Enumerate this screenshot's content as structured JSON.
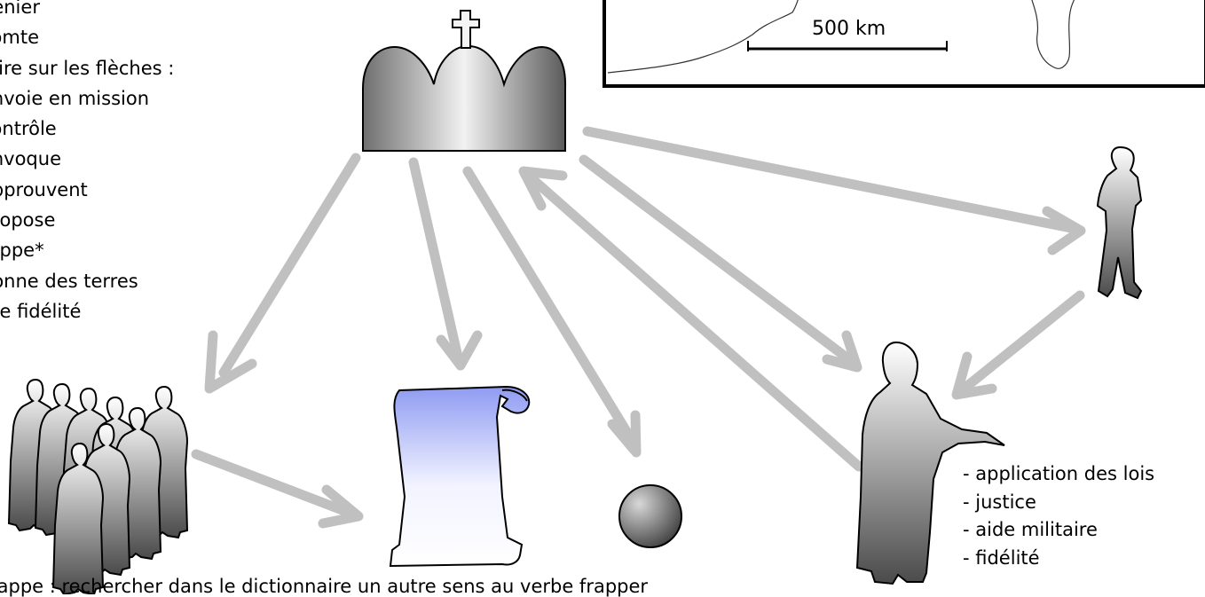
{
  "word_list": [
    "denier",
    "comte",
    "crire sur les flèches :",
    "envoie en mission",
    "contrôle",
    "onvoque",
    "approuvent",
    "propose",
    "rappe*",
    "donne des terres",
    "ure fidélité"
  ],
  "map": {
    "scale_label": "500 km"
  },
  "count_duties": [
    "- application des lois",
    "- justice",
    "- aide militaire",
    "- fidélité"
  ],
  "footnote": "rappe : rechercher dans le dictionnaire un autre sens au verbe frapper",
  "icons": {
    "crown": "crown-icon",
    "missus": "walking-man-icon",
    "count": "count-figure-icon",
    "assembly": "crowd-icon",
    "capitulary": "scroll-icon",
    "coin": "coin-icon"
  },
  "colors": {
    "arrow": "#c0c0c0",
    "scroll_tint": "#8f9bf2"
  }
}
